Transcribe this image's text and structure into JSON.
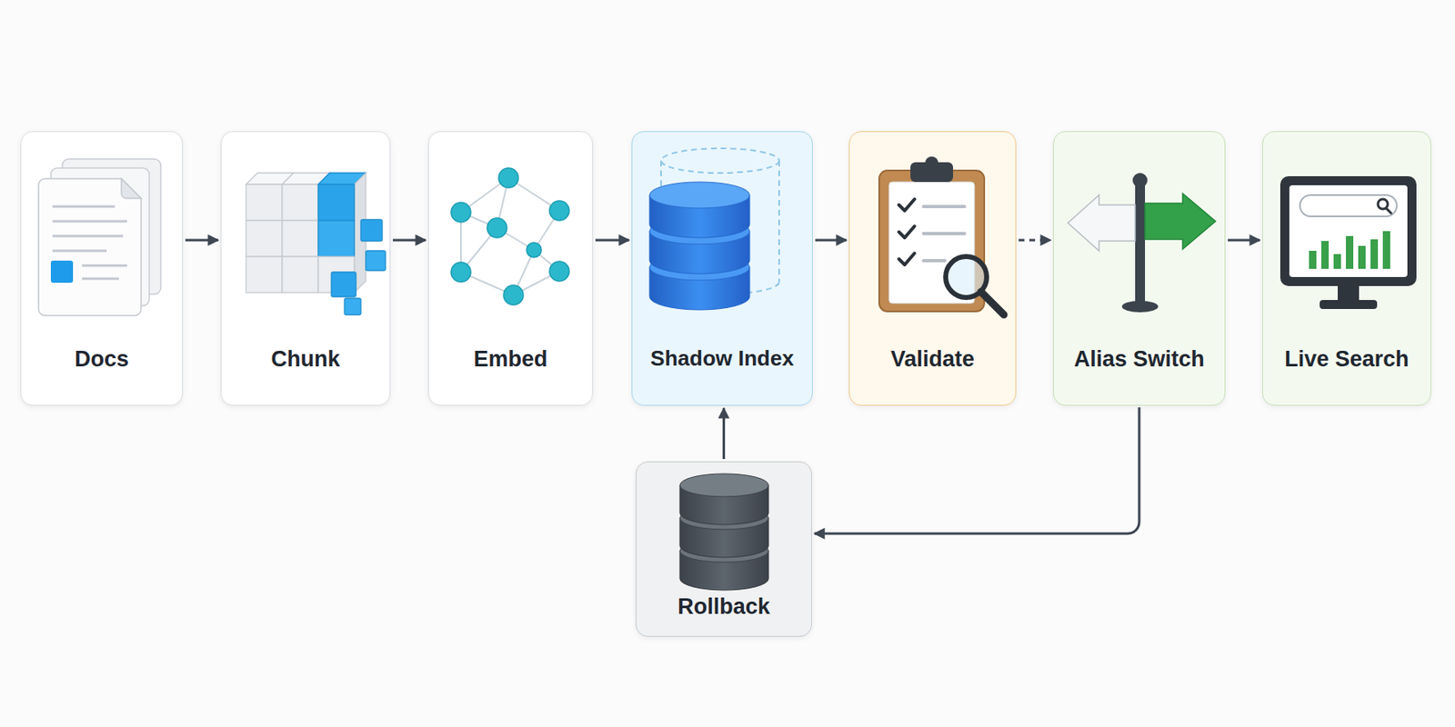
{
  "diagram": {
    "nodes": [
      {
        "text": [
          "Docs"
        ]
      },
      {
        "text": [
          "Chunk"
        ]
      },
      {
        "text": [
          "Embed"
        ]
      },
      {
        "text": [
          "Shadow Index"
        ]
      },
      {
        "text": [
          "Validate"
        ]
      },
      {
        "text": [
          "Alias Switch"
        ]
      },
      {
        "text": [
          "Live Search"
        ]
      },
      {
        "text": [
          "Rollback"
        ]
      }
    ],
    "edges": [
      {
        "from": 0,
        "to": 1,
        "arrow": "to"
      },
      {
        "from": 1,
        "to": 2,
        "arrow": "to"
      },
      {
        "from": 2,
        "to": 3,
        "arrow": "to"
      },
      {
        "from": 3,
        "to": 4,
        "arrow": "to"
      },
      {
        "from": 4,
        "to": 5,
        "arrow": "to"
      },
      {
        "from": 5,
        "to": 6,
        "arrow": "to"
      },
      {
        "from": 5,
        "to": 7,
        "arrow": "to"
      },
      {
        "from": 7,
        "to": 3,
        "arrow": "to"
      }
    ]
  }
}
